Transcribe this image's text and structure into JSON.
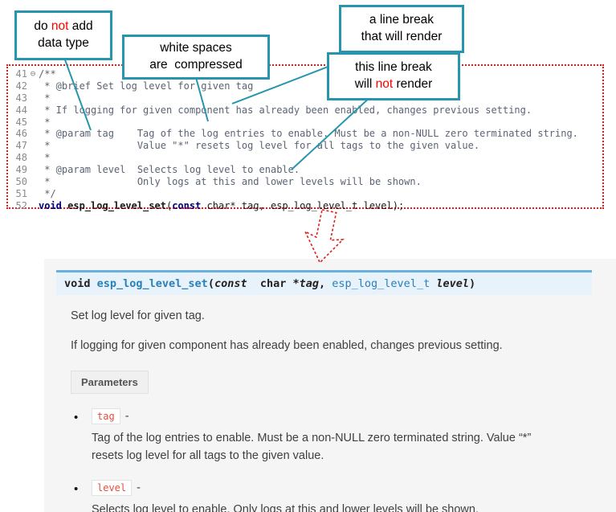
{
  "callouts": {
    "box1": {
      "line1_pre": "do ",
      "line1_red": "not",
      "line1_post": " add",
      "line2": "data type"
    },
    "box2": {
      "line1": "white spaces",
      "line2": "are  compressed"
    },
    "box3": {
      "line1": "a line break",
      "line2": "that will render"
    },
    "box4": {
      "line1": "this line break",
      "line2_pre": "will ",
      "line2_red": "not",
      "line2_post": " render"
    }
  },
  "code": {
    "lines": [
      {
        "num": "41",
        "fold": "⊖",
        "text": "/**"
      },
      {
        "num": "42",
        "text": " * @brief Set log level for given tag"
      },
      {
        "num": "43",
        "text": " *"
      },
      {
        "num": "44",
        "text": " * If logging for given component has already been enabled, changes previous setting."
      },
      {
        "num": "45",
        "text": " *"
      },
      {
        "num": "46",
        "text": " * @param tag    Tag of the log entries to enable. Must be a non-NULL zero terminated string."
      },
      {
        "num": "47",
        "text": " *               Value \"*\" resets log level for all tags to the given value."
      },
      {
        "num": "48",
        "text": " *"
      },
      {
        "num": "49",
        "text": " * @param level  Selects log level to enable."
      },
      {
        "num": "50",
        "text": " *               Only logs at this and lower levels will be shown."
      },
      {
        "num": "51",
        "text": " */"
      }
    ],
    "line52": {
      "num": "52",
      "kw1": "void",
      "name": " esp_log_level_set",
      "open": "(",
      "kw2": "const",
      "rest": " char* tag, esp_log_level_t level);"
    }
  },
  "doc": {
    "signature": {
      "kw_void": "void ",
      "name": "esp_log_level_set",
      "open": "(",
      "kw_const": "const",
      "char_ptr": "  char *",
      "param1": "tag",
      "comma": ", ",
      "type2": "esp_log_level_t",
      "sp": " ",
      "param2": "level",
      "close": ")"
    },
    "para1": "Set log level for given tag.",
    "para2": "If logging for given component has already been enabled, changes previous setting.",
    "parameters_label": "Parameters",
    "params": [
      {
        "name": "tag",
        "sep": "-",
        "desc": "Tag of the log entries to enable. Must be a non-NULL zero terminated string. Value “*” resets log level for all tags to the given value."
      },
      {
        "name": "level",
        "sep": "-",
        "desc": "Selects log level to enable. Only logs at this and lower levels will be shown."
      }
    ]
  }
}
